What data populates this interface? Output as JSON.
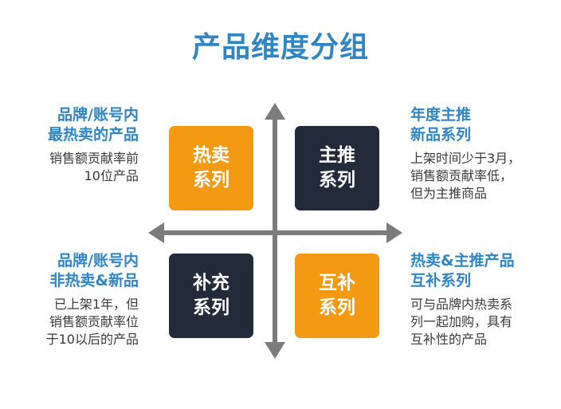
{
  "title": "产品维度分组",
  "quadrants": {
    "top_left": {
      "box": "热卖\n系列",
      "head": "品牌/账号内\n最热卖的产品",
      "desc": "销售额贡献率前\n10位产品"
    },
    "top_right": {
      "box": "主推\n系列",
      "head": "年度主推\n新品系列",
      "desc": "上架时间少于3月，\n销售额贡献率低，\n但为主推商品"
    },
    "bottom_left": {
      "box": "补充\n系列",
      "head": "品牌/账号内\n非热卖&新品",
      "desc": "已上架1年，但\n销售额贡献率位\n于10以后的产品"
    },
    "bottom_right": {
      "box": "互补\n系列",
      "head": "热卖&主推产品\n互补系列",
      "desc": "可与品牌内热卖系\n列一起加购，具有\n互补性的产品"
    }
  },
  "colors": {
    "accent": "#2f86c7",
    "orange": "#f39a12",
    "dark": "#232b3a",
    "axis": "#7b7b7b"
  }
}
